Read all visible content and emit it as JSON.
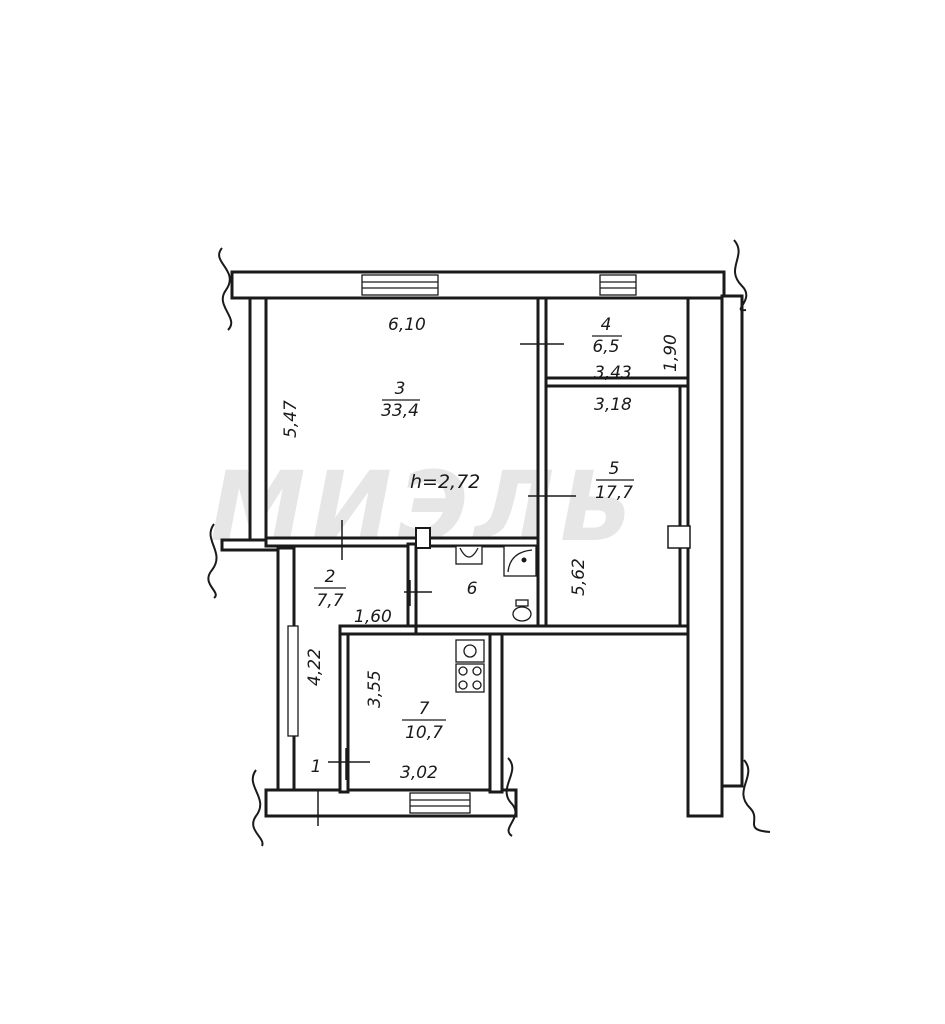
{
  "watermark": "МИЭЛЬ",
  "ceiling_height": "h=2,72",
  "rooms": [
    {
      "number": "1",
      "area": ""
    },
    {
      "number": "2",
      "area": "7,7"
    },
    {
      "number": "3",
      "area": "33,4"
    },
    {
      "number": "4",
      "area": "6,5"
    },
    {
      "number": "5",
      "area": "17,7"
    },
    {
      "number": "6",
      "area": ""
    },
    {
      "number": "7",
      "area": "10,7"
    }
  ],
  "dimensions": {
    "room3_width": "6,10",
    "room3_length": "5,47",
    "room4_height": "1,90",
    "room4_width": "3,43",
    "room5_width": "3,18",
    "room5_length": "5,62",
    "room2_width": "1,60",
    "corridor_length": "4,22",
    "room7_length": "3,55",
    "room7_width": "3,02"
  }
}
